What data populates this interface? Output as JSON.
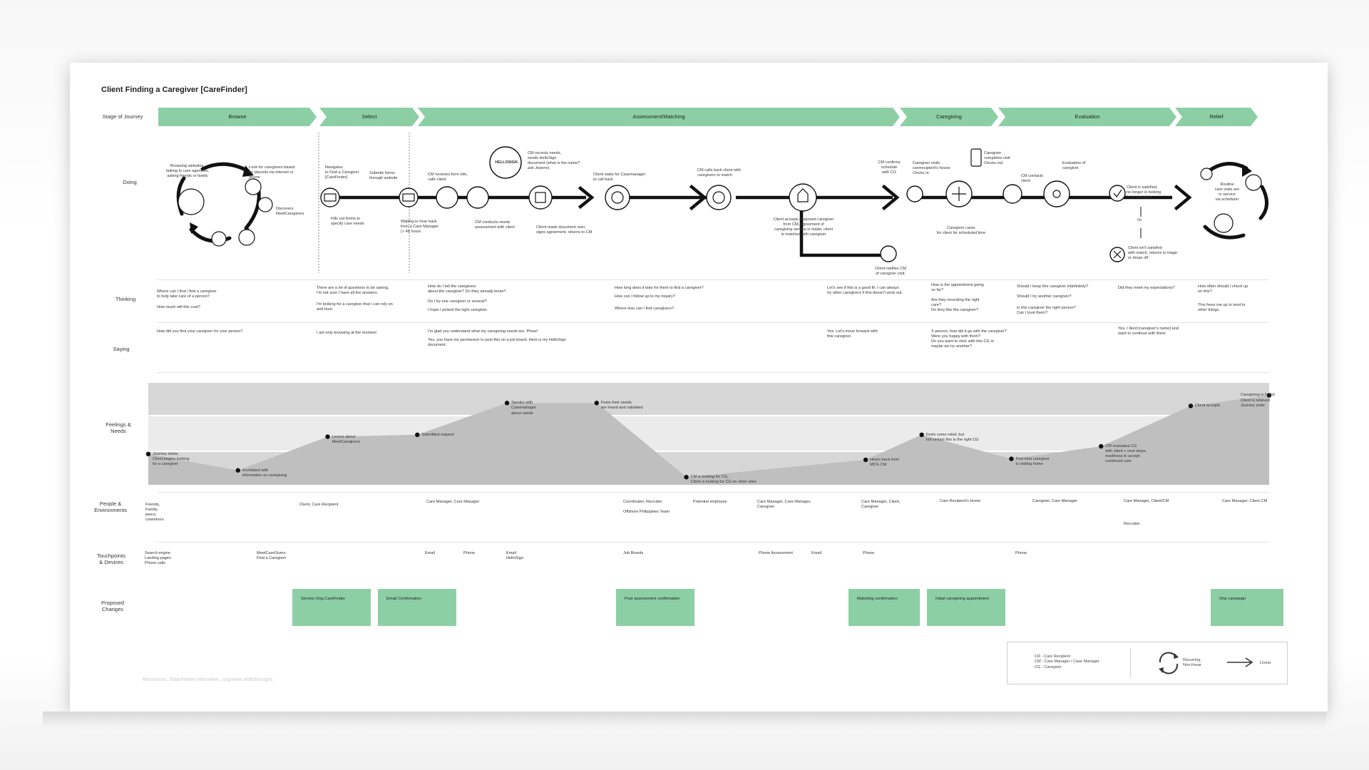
{
  "title": "Client Finding a Caregiver [CareFinder]",
  "row_labels": {
    "stage": "Stage of Journey",
    "doing": "Doing",
    "thinking": "Thinking",
    "saying": "Saying",
    "feelings": "Feelings &\nNeeds",
    "people": "People &\nEnvironments",
    "touchpoints": "Touchpoints\n& Devices",
    "changes": "Proposed\nChanges"
  },
  "stages": [
    "Browse",
    "Select",
    "Assessment/Matching",
    "Caregiving",
    "Evaluation",
    "Relief"
  ],
  "doing": [
    "Browsing websites,\ntalking to care agencies,\nasking friends or family",
    "Look for caregivers based\non placeds via internet or\nphone",
    "Discovers\nMeetCaregivers",
    "Navigates\nto Find a Caregiver\n[CareFinder]",
    "Submits forms\nthrough website",
    "Fills out forms to\nspecify care needs",
    "Waiting to hear back\nfrom a Care Manager\n(> 48 hours",
    "CM receives form info,\ncalls client",
    "CM conducts needs\nassessment with client",
    "CM records needs,\nsends HelloSign\ndocument (what is the name?\nask Jeanne)",
    "Client reads document over,\nsigns agreement, returns to CM",
    "Client waits for Casemanager\nto call back",
    "CM calls back client with\ncaregivers to match",
    "Client accepts proposed caregiver\nfrom CM, agreement of\ncaregiving service is made; client\nis matched with caregiver",
    "CM confirms\nschedule\nwith CG",
    "Client notifies CM\nof caregiver visit.",
    "Caregiver visits\ncarerecipient's house\nClocks in",
    "Caregiver\ncompletes visit\nClocks out",
    "Caregiver cares\nfor client for scheduled time",
    "CM contacts\nclient",
    "Evaluation of\ncaregiver",
    "Client is satisfied,\nno longer is looking\nfor a caregiver",
    "Or",
    "Client isn't satisfied\nwith match, returns to triage\nor drops off",
    "Routine\ncare visits are\nin service\nvia scheduler"
  ],
  "hellosign_label": "HELLOSIGN",
  "thinking": [
    "Where can I find I find a caregiver\nto help take care of a person?",
    "How much will this cost?",
    "There are a lot of questions to be asking,\nI'm not sure I have all the answers.",
    "I'm looking for a caregiver that I can rely on\nand trust.",
    "How do I tell the caregivers\nabout the caregiver? Do they already know?",
    "Do I try one caregiver or several?",
    "I hope I picked the right caregiver.",
    "How long does it take for them to find a caregiver?",
    "How can I follow up to my inquiry?",
    "Where else can I find caregivers?",
    "Let's see if this is a good fit. I can always\ntry other caregivers if this doesn't work out.",
    "How is the appointment going\nso far?",
    "Are they recording the right\ncare?\nDo they like the caregiver?",
    "Should I keep this caregiver indefinitely?",
    "Should I try another caregiver?",
    "Is this caregiver the right person?\nCan I trust them?",
    "Did they meet my expectations?",
    "How often should I check up\non this?",
    "This frees me up to tend to\nother things."
  ],
  "saying": [
    "How did you find your caregiver for your person?",
    "I am only browsing at the moment",
    "I'm glad you understand what my caregiving needs are. Phew!",
    "Yes, you have my permission to post this on a job board. Here is my HelloSign\ndocument.",
    "Yes. Let's move forward with\nthis caregiver.",
    "X-person, how did it go with the caregiver?\nWere you happy with them?\nDo you want to stick with this CG or\nmaybe we try another?",
    "Yes, I liked [caregiver's name] and\nwant to continue with them."
  ],
  "chart_data": {
    "type": "area",
    "title": "",
    "xlabel": "",
    "ylabel": "",
    "ylim": [
      0,
      100
    ],
    "points": [
      {
        "x": 0,
        "y": 32,
        "label": "Journey starts,\nClient begins looking\nfor a caregiver"
      },
      {
        "x": 8,
        "y": 15,
        "label": "Inundated with\ninformation on caregiving"
      },
      {
        "x": 16,
        "y": 50,
        "label": "Learns about\nMeetCaregivers"
      },
      {
        "x": 24,
        "y": 52,
        "label": "Submitted request"
      },
      {
        "x": 32,
        "y": 85,
        "label": "Speaks with\nCasemanager\nabout needs"
      },
      {
        "x": 40,
        "y": 85,
        "label": "Feels their needs\nare heard and validated"
      },
      {
        "x": 48,
        "y": 8,
        "label": "CM is looking for CG,\nClient is looking for CG on other sites"
      },
      {
        "x": 64,
        "y": 26,
        "label": "Hears back from\nMCG CM"
      },
      {
        "x": 69,
        "y": 52,
        "label": "Feels some relief, but\nnot certain this is the right CG"
      },
      {
        "x": 77,
        "y": 27,
        "label": "First time caregiver\nis visiting home"
      },
      {
        "x": 85,
        "y": 40,
        "label": "CM evaluates CG\nwith client + next steps,\nreadiness to accept\ncontinued care"
      },
      {
        "x": 93,
        "y": 82,
        "label": "Client accepts"
      },
      {
        "x": 100,
        "y": 93,
        "label": "Caregiving is found\nClient is relieved\nJourney ends"
      }
    ]
  },
  "people": [
    "Friends,\nFamily,\npeers,\ncoworkers",
    "Client, Care Recipient",
    "Care Manager, Care Manager",
    "Coordinator, Recruiter",
    "Offshore Philippines Team",
    "Potential employee",
    "Care Manager, Care Manager,\nCaregiver",
    "Care Manager, Client,\nCaregiver",
    "Care Recipient's Home",
    "Caregiver, Care Manager",
    "Care Manager, Client/CM",
    "Recruiter",
    "Care Manager, Client CM"
  ],
  "touchpoints": [
    "Search engine\nLanding pages\nPhone calls",
    "MeetCareGivers\nFind a Caregiver",
    "Email",
    "Phone",
    "Email\nHelloSign",
    "Job Boards",
    "Phone Assessment",
    "Email",
    "Phone",
    "Phone"
  ],
  "changes": [
    "Service Dog CareFinder",
    "Email Confirmation",
    "Post assessment confirmation",
    "Matching confirmation",
    "Initial caregiving appointment",
    "Drip campaign"
  ],
  "legend": {
    "abbreviations": "CR - Care Recipient\nCM - Care Manager / Case Manager\nCG - Caregiver",
    "recurring": "Recurring,\nNon-linear",
    "linear": "Linear"
  },
  "resources": "Resources: Stakeholder interviews, cognitive walkthroughs",
  "colors": {
    "stage_green": "#8ccfa5",
    "card_green": "#8ccfa5",
    "curve_fill": "#bfbfbf",
    "band_dark": "#d7d7d7",
    "band_light": "#ebebeb",
    "line": "#111111"
  }
}
